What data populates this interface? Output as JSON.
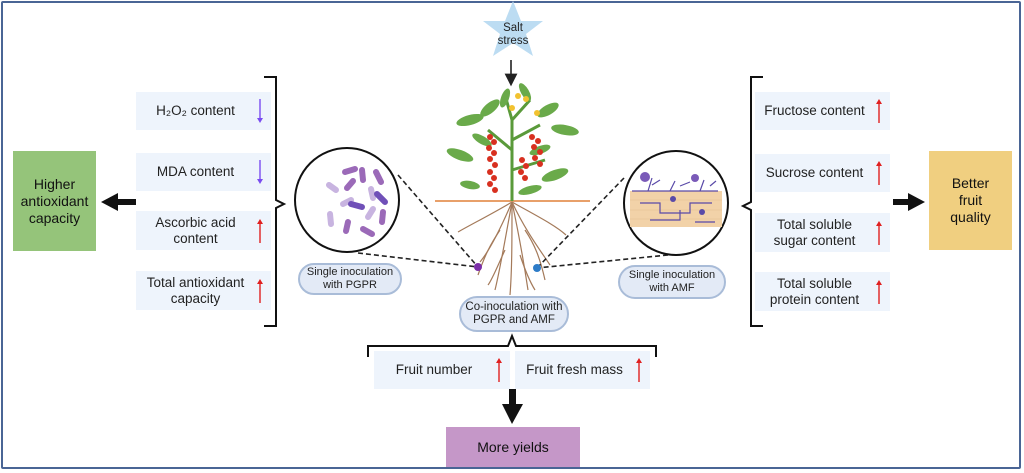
{
  "colors": {
    "frame": "#4a6595",
    "param_bg": "#eef4fc",
    "increase_arrow": "#e02020",
    "decrease_arrow": "#7a4cf0",
    "antioxidant_box": "#95c47a",
    "fruit_quality_box": "#f0cf80",
    "yield_box": "#c597c8",
    "star": "#bcdcf2",
    "soil_line": "#e8a06a",
    "root": "#a47a5a"
  },
  "stress": {
    "label_line1": "Salt",
    "label_line2": "stress"
  },
  "left_params": [
    {
      "label": "H₂O₂ content",
      "trend": "decrease"
    },
    {
      "label": "MDA content",
      "trend": "decrease"
    },
    {
      "label": "Ascorbic acid content",
      "trend": "increase"
    },
    {
      "label": "Total antioxidant capacity",
      "trend": "increase"
    }
  ],
  "right_params": [
    {
      "label": "Fructose content",
      "trend": "increase"
    },
    {
      "label": "Sucrose content",
      "trend": "increase"
    },
    {
      "label": "Total soluble sugar content",
      "trend": "increase"
    },
    {
      "label": "Total soluble protein content",
      "trend": "increase"
    }
  ],
  "bottom_params": [
    {
      "label": "Fruit number",
      "trend": "increase"
    },
    {
      "label": "Fruit fresh mass",
      "trend": "increase"
    }
  ],
  "outcomes": {
    "left": "Higher antioxidant capacity",
    "right": "Better fruit quality",
    "bottom": "More yields"
  },
  "treatments": {
    "pgpr": "Single inoculation with  PGPR",
    "amf": "Single inoculation with AMF",
    "co": "Co-inoculation with PGPR and AMF"
  },
  "icons": {
    "increase": "arrow-up-icon",
    "decrease": "arrow-down-icon",
    "stress": "star-icon",
    "plant": "tomato-plant-icon",
    "bacteria": "bacteria-icon",
    "fungi": "mycorrhiza-icon"
  }
}
